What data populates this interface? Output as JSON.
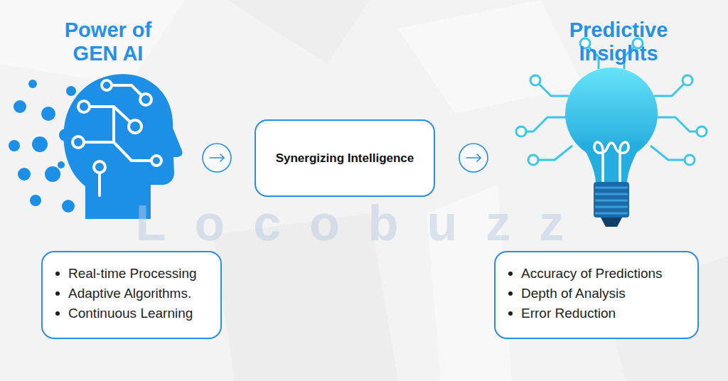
{
  "diagram": {
    "nodes": [
      {
        "text": [
          "Real-time Processing",
          "Adaptive Algorithms.",
          "Continuous Learning"
        ]
      },
      {
        "text": [
          "Synergizing Intelligence"
        ]
      },
      {
        "text": [
          "Accuracy of Predictions",
          "Depth of Analysis",
          "Error Reduction"
        ]
      }
    ],
    "labels": [
      "Power of GEN AI",
      "Predictive Insights",
      "Locobuzz"
    ]
  }
}
